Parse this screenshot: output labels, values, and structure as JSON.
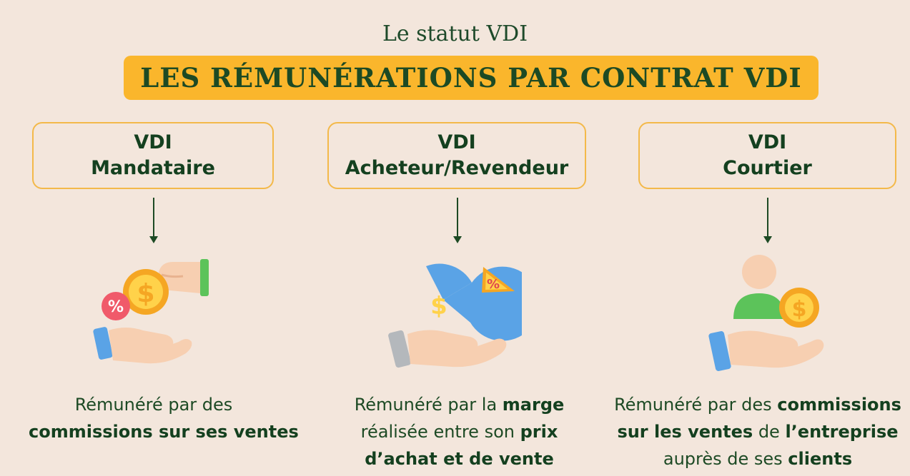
{
  "header": {
    "subtitle": "Le statut VDI",
    "title": "LES RÉMUNÉRATIONS PAR CONTRAT VDI"
  },
  "columns": [
    {
      "line1": "VDI",
      "line2": "Mandataire",
      "icon": "hand-coin-percent-icon",
      "desc": [
        [
          {
            "t": "Rémunéré par des",
            "b": false
          }
        ],
        [
          {
            "t": "commissions sur ses ventes",
            "b": true
          }
        ]
      ]
    },
    {
      "line1": "VDI",
      "line2": "Acheteur/Revendeur",
      "icon": "hand-pie-margin-icon",
      "desc": [
        [
          {
            "t": "Rémunéré par la ",
            "b": false
          },
          {
            "t": "marge",
            "b": true
          }
        ],
        [
          {
            "t": "réalisée entre son ",
            "b": false
          },
          {
            "t": "prix",
            "b": true
          }
        ],
        [
          {
            "t": "d’achat et de vente",
            "b": true
          }
        ]
      ]
    },
    {
      "line1": "VDI",
      "line2": "Courtier",
      "icon": "hand-person-coin-icon",
      "desc": [
        [
          {
            "t": "Rémunéré par des ",
            "b": false
          },
          {
            "t": "commissions",
            "b": true
          }
        ],
        [
          {
            "t": "sur les ventes",
            "b": true
          },
          {
            "t": " de ",
            "b": false
          },
          {
            "t": "l’entreprise",
            "b": true
          }
        ],
        [
          {
            "t": "auprès de ses ",
            "b": false
          },
          {
            "t": "clients",
            "b": true
          }
        ]
      ]
    }
  ],
  "colors": {
    "background": "#f3e6dc",
    "banner": "#fab62c",
    "text": "#1e4a2a",
    "box_border": "#f3b94a"
  }
}
